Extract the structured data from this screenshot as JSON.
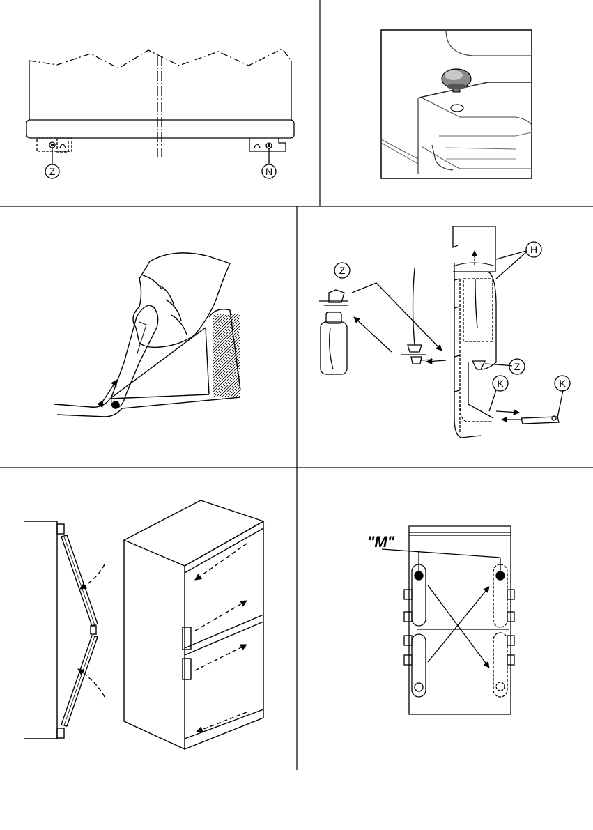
{
  "labels": {
    "p1_left": "Z",
    "p1_right": "N",
    "p4_z_top": "Z",
    "p4_h": "H",
    "p4_z_right": "Z",
    "p4_k_left": "K",
    "p4_k_right": "K",
    "p6_m": "\"M\""
  },
  "colors": {
    "ink": "#000000",
    "paper": "#ffffff"
  }
}
